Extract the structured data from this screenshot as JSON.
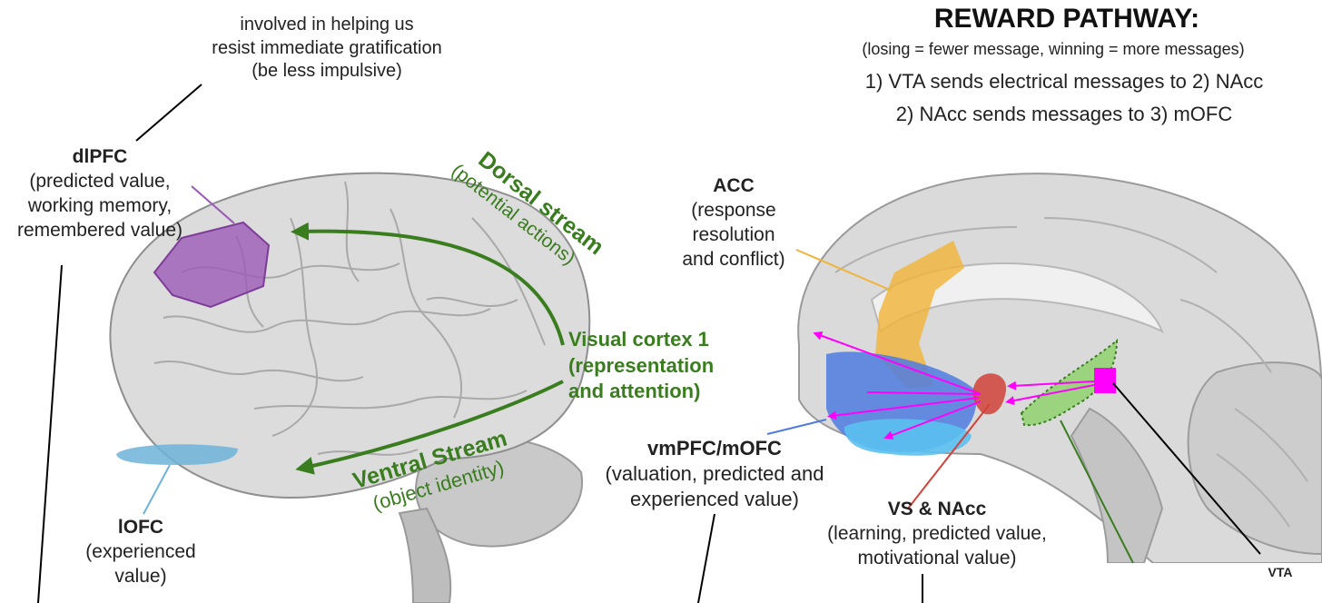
{
  "top_note": {
    "line1": "involved in helping us",
    "line2": "resist immediate gratification",
    "line3": "(be less impulsive)"
  },
  "reward": {
    "title": "REWARD PATHWAY:",
    "subtitle": "(losing = fewer message, winning = more messages)",
    "step1": "1) VTA sends electrical messages to 2) NAcc",
    "step2": "2) NAcc sends messages to 3) mOFC"
  },
  "dlpfc": {
    "name": "dlPFC",
    "line1": "(predicted value,",
    "line2": "working memory,",
    "line3": "remembered value)"
  },
  "dorsal": {
    "name": "Dorsal stream",
    "desc": "(potential actions)"
  },
  "visual": {
    "line1": "Visual cortex 1",
    "line2": "(representation",
    "line3": "and attention)"
  },
  "ventral": {
    "name": "Ventral Stream",
    "desc": "(object identity)"
  },
  "lofc": {
    "name": "lOFC",
    "line1": "(experienced",
    "line2": "value)"
  },
  "acc": {
    "name": "ACC",
    "line1": "(response",
    "line2": "resolution",
    "line3": "and conflict)"
  },
  "vmpfc": {
    "name": "vmPFC/mOFC",
    "line1": "(valuation, predicted and",
    "line2": "experienced value)"
  },
  "vs": {
    "name": "VS & NAcc",
    "line1": "(learning, predicted value,",
    "line2": "motivational value)"
  },
  "vta": {
    "name": "VTA"
  },
  "colors": {
    "dlpfc": "#9b59b6",
    "lofc": "#6fb3d9",
    "acc": "#f0b43a",
    "vmpfc": "#4f7be0",
    "vmpfc_lower": "#5bc0f0",
    "vs": "#d0423a",
    "vta_region": "#8ed16a",
    "pathway_arrow": "#ff00ff",
    "stream_arrow": "#3a7d1f"
  }
}
